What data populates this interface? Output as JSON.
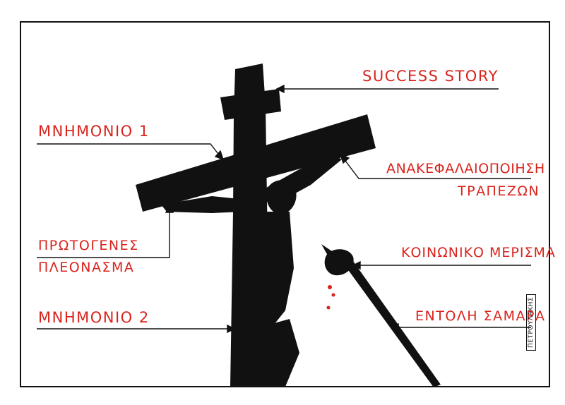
{
  "labels": {
    "success_story": "SUCCESS STORY",
    "mnimonio_1": "ΜΝΗΜΟΝΙΟ 1",
    "anakefalaiopoiisi": "ΑΝΑΚΕΦΑΛΑΙΟΠΟΙΗΣΗ",
    "trapezon": "ΤΡΑΠΕΖΩΝ",
    "protogenes": "ΠΡΩΤΟΓΕΝΕΣ",
    "pleonasma": "ΠΛΕΟΝΑΣΜΑ",
    "koinoniko_merisma": "ΚΟΙΝΩΝΙΚΟ ΜΕΡΙΣΜΑ",
    "mnimonio_2": "ΜΝΗΜΟΝΙΟ 2",
    "entoli_samara": "ΕΝΤΟΛΗ ΣΑΜΑΡΑ"
  },
  "signature": "ΠΕΤΡΟΥΛΑΚΗΣ",
  "colors": {
    "label_red": "#d9231c",
    "ink": "#111111",
    "paper": "#ffffff"
  }
}
